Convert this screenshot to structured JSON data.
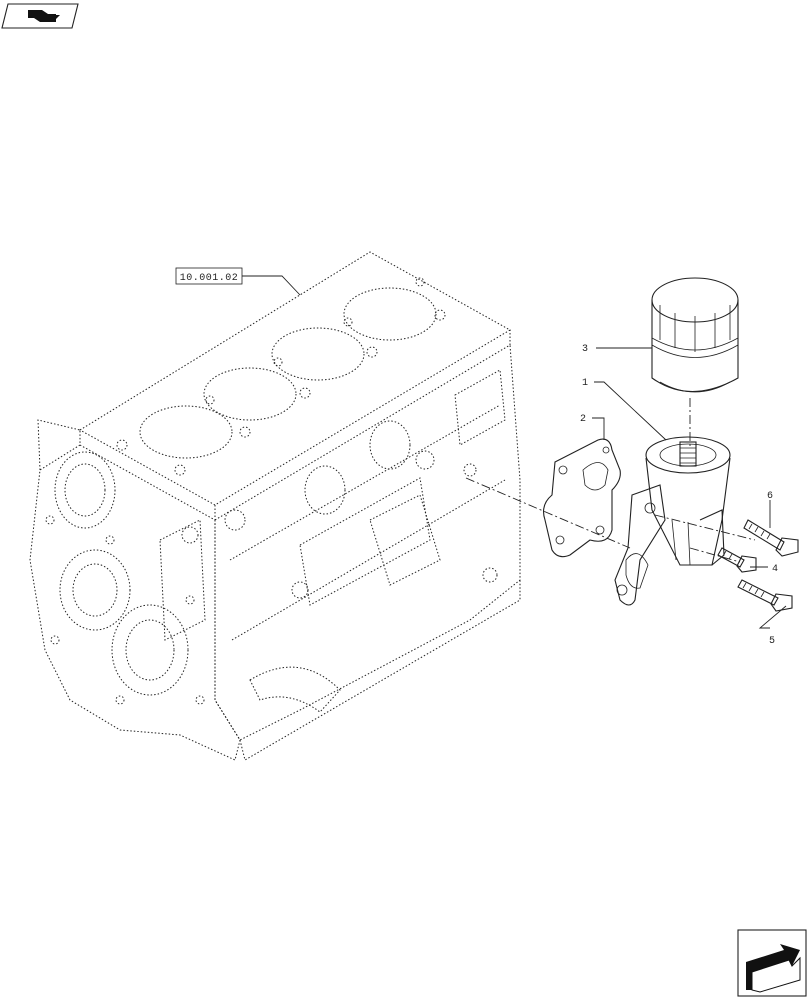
{
  "reference_label": "10.001.02",
  "callouts": [
    {
      "id": "1",
      "text": "1"
    },
    {
      "id": "2",
      "text": "2"
    },
    {
      "id": "3",
      "text": "3"
    },
    {
      "id": "4",
      "text": "4"
    },
    {
      "id": "5",
      "text": "5"
    },
    {
      "id": "6",
      "text": "6"
    }
  ],
  "icons": {
    "top_left": "book-with-arrow-icon",
    "bottom_right": "next-page-arrow-icon"
  }
}
